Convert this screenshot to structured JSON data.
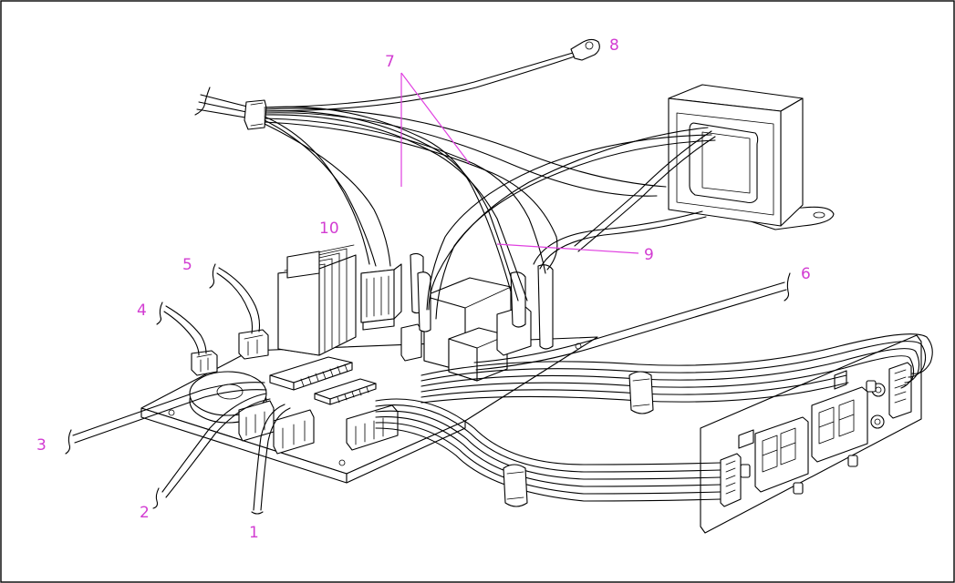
{
  "colors": {
    "callout": "#d23cd2",
    "line": "#000000",
    "background": "#ffffff"
  },
  "labels": {
    "l1": "1",
    "l2": "2",
    "l3": "3",
    "l4": "4",
    "l5": "5",
    "l6": "6",
    "l7": "7",
    "l8": "8",
    "l9": "9",
    "l10": "10"
  }
}
